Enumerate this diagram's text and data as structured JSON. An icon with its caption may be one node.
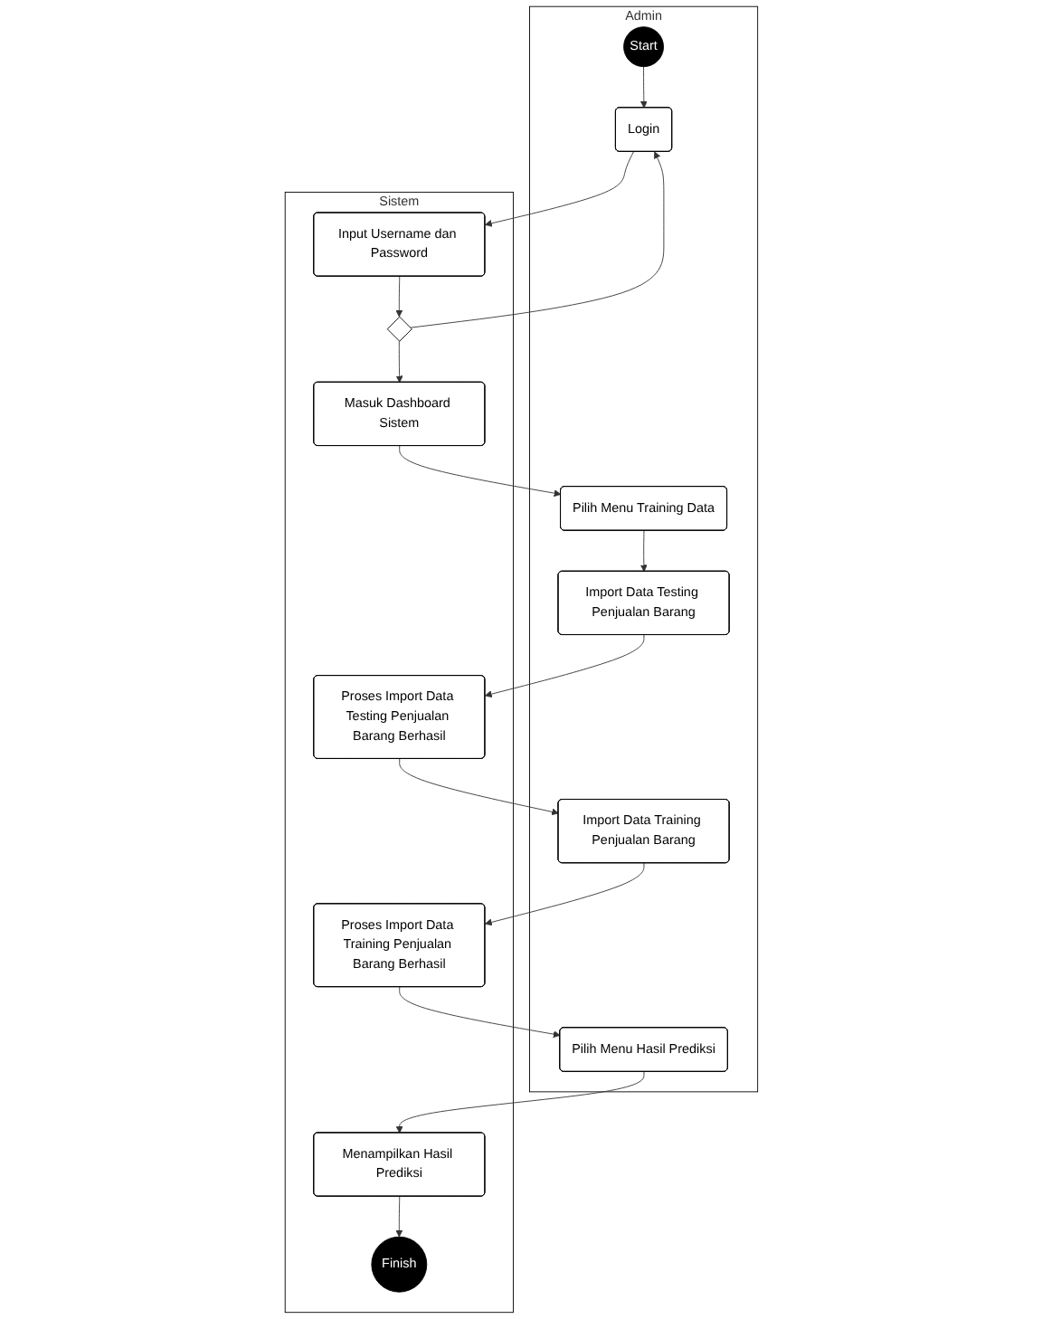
{
  "diagram": {
    "nodes": [
      {
        "text": [
          "Admin"
        ]
      },
      {
        "text": [
          "Sistem"
        ]
      },
      {
        "text": [
          "Start"
        ],
        "in": 0
      },
      {
        "text": [
          "Login"
        ],
        "in": 0
      },
      {
        "text": [
          "Input Username dan Password"
        ],
        "in": 1
      },
      {
        "text": [],
        "shape": "diamond",
        "in": 1
      },
      {
        "text": [
          "Pilih Menu Training Data"
        ],
        "in": 0
      },
      {
        "text": [
          "Masuk Dashboard Sistem"
        ],
        "in": 1
      },
      {
        "text": [
          "Import Data Testing Penjualan Barang"
        ],
        "in": 0
      },
      {
        "text": [
          "Proses Import Data Testing Penjualan Barang Berhasil"
        ],
        "in": 1
      },
      {
        "text": [
          "Import Data Training Penjualan Barang"
        ],
        "in": 0
      },
      {
        "text": [
          "Proses Import Data Training Penjualan Barang Berhasil"
        ],
        "in": 1
      },
      {
        "text": [
          "Pilih Menu Hasil Prediksi"
        ],
        "in": 0
      },
      {
        "text": [
          "Menampilkan Hasil Prediksi"
        ],
        "in": 1
      },
      {
        "text": [
          "Finish"
        ],
        "in": 1
      }
    ],
    "edges": [
      {
        "from": 2,
        "to": 3,
        "arrow": "to"
      },
      {
        "from": 3,
        "to": 4,
        "arrow": "to"
      },
      {
        "from": 4,
        "to": 5,
        "arrow": "to"
      },
      {
        "from": 5,
        "to": 3,
        "arrow": "to"
      },
      {
        "from": 5,
        "to": 7,
        "arrow": "to"
      },
      {
        "from": 7,
        "to": 6,
        "arrow": "to"
      },
      {
        "from": 6,
        "to": 8,
        "arrow": "to"
      },
      {
        "from": 8,
        "to": 9,
        "arrow": "to"
      },
      {
        "from": 9,
        "to": 10,
        "arrow": "to"
      },
      {
        "from": 10,
        "to": 11,
        "arrow": "to"
      },
      {
        "from": 11,
        "to": 12,
        "arrow": "to"
      },
      {
        "from": 12,
        "to": 13,
        "arrow": "to"
      },
      {
        "from": 13,
        "to": 14,
        "arrow": "to"
      }
    ]
  }
}
